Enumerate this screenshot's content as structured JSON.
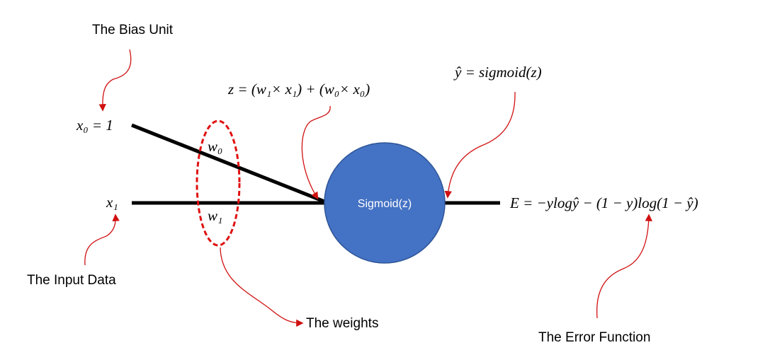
{
  "labels": {
    "bias_unit": "The Bias Unit",
    "input_data": "The Input Data",
    "weights": "The weights",
    "error_function": "The Error Function"
  },
  "math": {
    "x0_eq": "x₀ = 1",
    "x1": "x₁",
    "w0": "w₀",
    "w1": "w₁",
    "z_eq": "z = (w₁× x₁) + (w₀× x₀)",
    "yhat_eq": "ŷ = sigmoid(z)",
    "error_eq": "E = −ylogŷ  − (1 − y)log(1  − ŷ)"
  },
  "node": {
    "label": "Sigmoid(z)"
  },
  "colors": {
    "node_fill": "#4472C4",
    "node_stroke": "#2F5597",
    "annotation": "#D01010",
    "wire": "#000000"
  }
}
